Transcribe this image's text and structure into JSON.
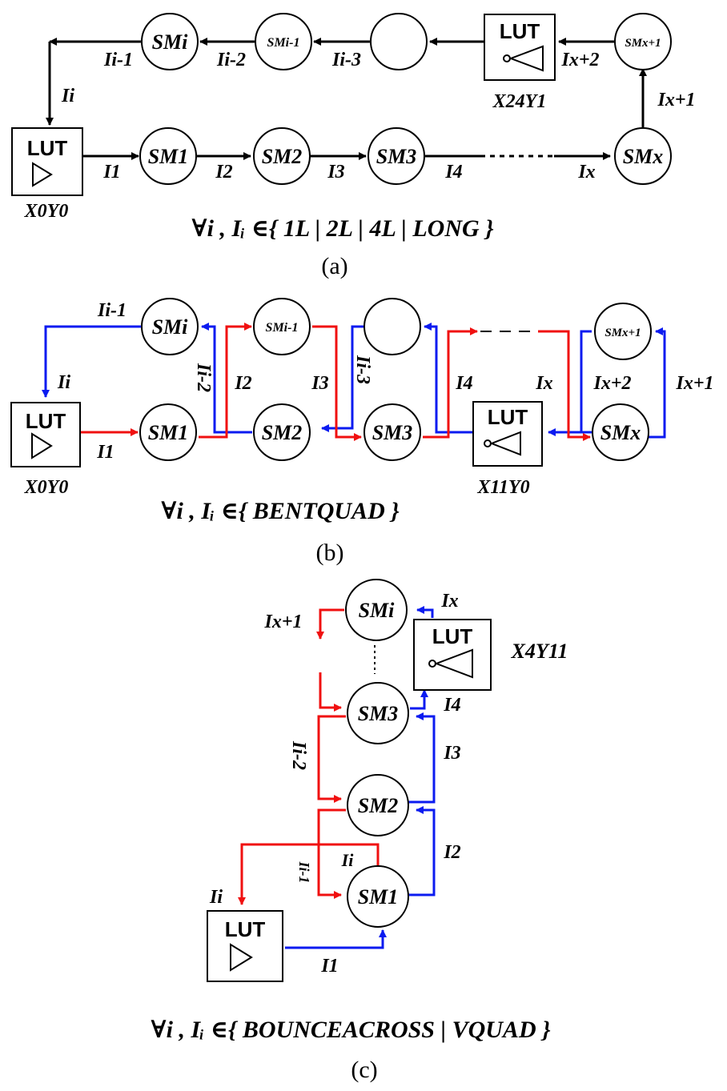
{
  "colors": {
    "black": "#000000",
    "blue": "#0b1bf0",
    "red": "#f01010"
  },
  "lut_text": "LUT",
  "panel_a": {
    "caption": "(a)",
    "set_text": "∀i , Iᵢ ∈{ 1L | 2L | 4L | LONG }",
    "nodes": {
      "sm1": "SM1",
      "sm2": "SM2",
      "sm3": "SM3",
      "smx": "SMx",
      "smx1": "SMx+1",
      "smi": "SMi",
      "smi1": "SMi-1"
    },
    "labels": {
      "i1": "I1",
      "i2": "I2",
      "i3": "I3",
      "i4": "I4",
      "ix": "Ix",
      "ix1": "Ix+1",
      "ix2": "Ix+2",
      "ii3": "Ii-3",
      "ii2": "Ii-2",
      "ii1": "Ii-1",
      "ii": "Ii"
    },
    "tiles": {
      "t0": "X0Y0",
      "t1": "X24Y1"
    }
  },
  "panel_b": {
    "caption": "(b)",
    "set_text": "∀i , Iᵢ ∈{ BENTQUAD }",
    "nodes": {
      "sm1": "SM1",
      "sm2": "SM2",
      "sm3": "SM3",
      "smx": "SMx",
      "smx1": "SMx+1",
      "smi": "SMi",
      "smi1": "SMi-1"
    },
    "labels": {
      "i1": "I1",
      "i2": "I2",
      "i3": "I3",
      "i4": "I4",
      "ix": "Ix",
      "ix1": "Ix+1",
      "ix2": "Ix+2",
      "ii3": "Ii-3",
      "ii2": "Ii-2",
      "ii1": "Ii-1",
      "ii": "Ii"
    },
    "tiles": {
      "t0": "X0Y0",
      "t1": "X11Y0"
    }
  },
  "panel_c": {
    "caption": "(c)",
    "set_text": "∀i , Iᵢ ∈{ BOUNCEACROSS | VQUAD }",
    "nodes": {
      "sm1": "SM1",
      "sm2": "SM2",
      "sm3": "SM3",
      "smi": "SMi"
    },
    "labels": {
      "i1": "I1",
      "i2": "I2",
      "i3": "I3",
      "i4": "I4",
      "ix": "Ix",
      "ix1": "Ix+1",
      "ii2": "Ii-2",
      "ii1": "Ii-1",
      "ii_inner": "Ii",
      "ii": "Ii"
    },
    "tiles": {
      "t1": "X4Y11"
    }
  }
}
